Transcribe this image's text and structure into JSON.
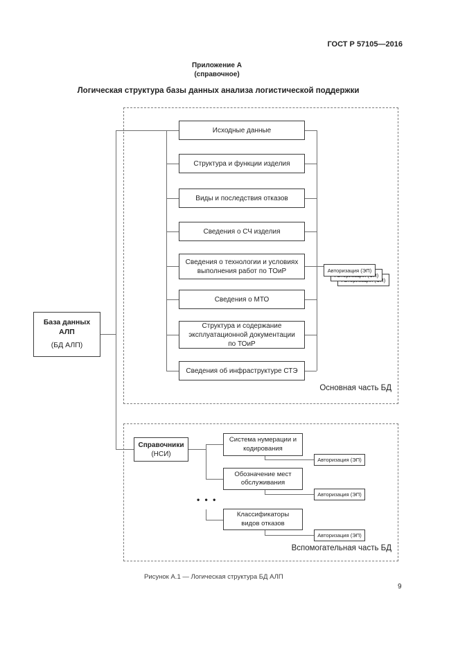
{
  "page": {
    "header": "ГОСТ Р 57105—2016",
    "appendix_line1": "Приложение А",
    "appendix_line2": "(справочное)",
    "title": "Логическая структура базы данных анализа логистической поддержки",
    "caption": "Рисунок А.1 — Логическая структура БД АЛП",
    "page_number": "9"
  },
  "diagram": {
    "root_box": {
      "line1": "База данных",
      "line2": "АЛП",
      "line3": "(БД АЛП)"
    },
    "main_section": {
      "label": "Основная часть БД",
      "boxes": [
        {
          "label": "Исходные данные"
        },
        {
          "label": "Структура и функции изделия"
        },
        {
          "label": "Виды и последствия отказов"
        },
        {
          "label": "Сведения о СЧ изделия"
        },
        {
          "label": "Сведения о технологии и условиях выполнения работ по ТОиР"
        },
        {
          "label": "Сведения о МТО"
        },
        {
          "label": "Структура и содержание эксплуатационной документации по ТОиР"
        },
        {
          "label": "Сведения об инфраструктуре СТЭ"
        }
      ],
      "authorization_label": "Авторизация (ЭП)"
    },
    "aux_section": {
      "label": "Вспомогательная часть БД",
      "ref_box": {
        "line1": "Справочники",
        "line2": "(НСИ)"
      },
      "ellipsis": "•  •  •",
      "boxes": [
        {
          "label": "Система нумерации и кодирования",
          "auth": "Авторизация (ЭП)"
        },
        {
          "label": "Обозначение мест обслуживания",
          "auth": "Авторизация (ЭП)"
        },
        {
          "label": "Классификаторы видов отказов",
          "auth": "Авторизация (ЭП)"
        }
      ]
    }
  }
}
